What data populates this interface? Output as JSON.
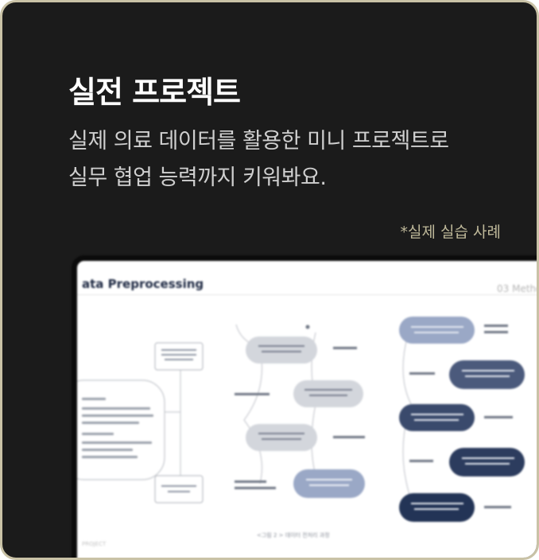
{
  "card": {
    "title": "실전 프로젝트",
    "description_lines": [
      "실제 의료 데이터를 활용한 미니 프로젝트로",
      "실무 협업 능력까지 키워봐요."
    ],
    "note": "*실제 실습 사례"
  },
  "slide": {
    "title": "ata Preprocessing",
    "section": "03 Metho",
    "caption": "<그림 2 > 데이터 전처리 과정",
    "footer": "PROJECT"
  },
  "colors": {
    "card_bg": "#1b1b1b",
    "card_border": "#c9c2a6",
    "note": "#bfb99a",
    "node_light": "#d3d6dc",
    "node_mid": "#9aa8c6",
    "node_dark": "#233456"
  }
}
